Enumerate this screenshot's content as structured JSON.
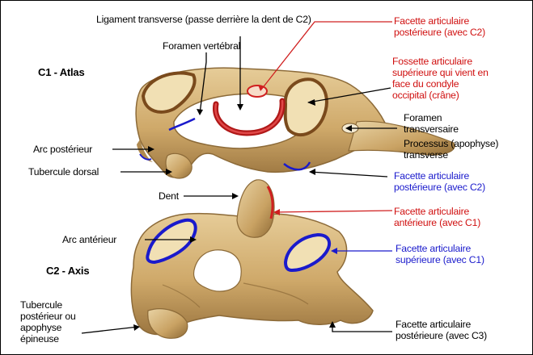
{
  "colors": {
    "bone": "#cfa96a",
    "bone_light": "#e4c895",
    "bone_shadow": "#8c6a38",
    "facet_inner": "#f1e0b4",
    "facet_rim": "#7a4a1c",
    "ligament": "#c82020",
    "label_red": "#d01010",
    "label_blue": "#1a1acc",
    "label_black": "#000000"
  },
  "titles": {
    "c1": "C1 - Atlas",
    "c2": "C2 - Axis"
  },
  "labels": {
    "ligament": "Ligament transverse (passe derrière la dent de C2)",
    "foramen_vertebral": "Foramen vertébral",
    "facette_post_c2_top": "Facette articulaire\npostérieure (avec C2)",
    "fossette": "Fossette articulaire\nsupérieure qui vient en\nface du condyle\noccipital (crâne)",
    "foramen_transversaire": "Foramen\ntransversaire",
    "processus": "Processus (apophyse)\ntransverse",
    "arc_posterieur": "Arc postérieur",
    "tubercule_dorsal": "Tubercule dorsal",
    "facette_post_c2_bottom": "Facette articulaire\npostérieure (avec C2)",
    "dent": "Dent",
    "facette_ant_c1": "Facette articulaire\nantérieure (avec C1)",
    "arc_anterieur": "Arc antérieur",
    "facette_sup_c1": "Facette articulaire\nsupérieure (avec C1)",
    "tubercule_posterieur": "Tubercule\npostérieur ou\napophyse\népineuse",
    "facette_post_c3": "Facette articulaire\npostérieure (avec C3)"
  }
}
